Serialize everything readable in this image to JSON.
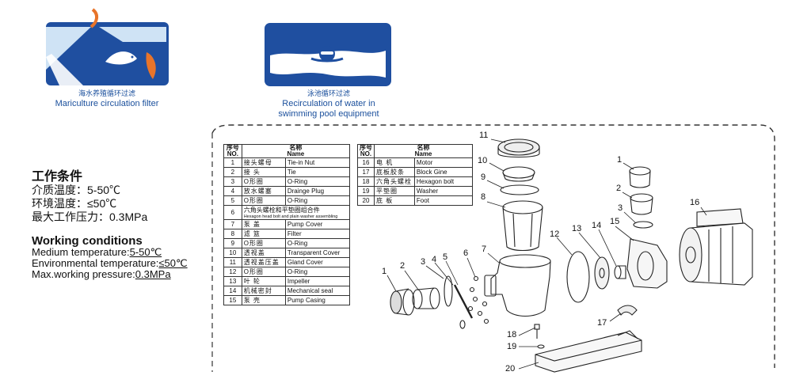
{
  "logos": [
    {
      "cn": "海水养殖循环过滤",
      "en": "Mariculture circulation filter"
    },
    {
      "cn": "泳池循环过滤",
      "en": "Recirculation of water in swimming pool equipment",
      "en_line1": "Recirculation of water in",
      "en_line2": "swimming pool equipment"
    }
  ],
  "conditions_cn": {
    "title": "工作条件",
    "lines": [
      "介质温度：5-50℃",
      "环境温度：≤50℃",
      "最大工作压力：0.3MPa"
    ]
  },
  "conditions_en": {
    "title": "Working conditions",
    "lines": [
      {
        "label": "Medium temperature:",
        "value": "5-50℃"
      },
      {
        "label": "Environmental temperature:",
        "value": "≤50℃"
      },
      {
        "label": "Max.working pressure:",
        "value": "0.3MPa"
      }
    ]
  },
  "parts_table": {
    "header": {
      "no_cn": "序号",
      "no_en": "NO.",
      "name_cn": "名称",
      "name_en": "Name"
    },
    "left": [
      {
        "no": "1",
        "cn": "接头螺母",
        "en": "Tie-in Nut"
      },
      {
        "no": "2",
        "cn": "接  头",
        "en": "Tie"
      },
      {
        "no": "3",
        "cn": "O形圈",
        "en": "O-Ring"
      },
      {
        "no": "4",
        "cn": "放水螺塞",
        "en": "Drainge Plug"
      },
      {
        "no": "5",
        "cn": "O形圈",
        "en": "O-Ring"
      },
      {
        "no": "6",
        "cn": "六角头螺栓和平垫圈组合件",
        "en": "Hexagon head bolt and plain washer assembling"
      },
      {
        "no": "7",
        "cn": "泵  盖",
        "en": "Pump Cover"
      },
      {
        "no": "8",
        "cn": "滤  篮",
        "en": "Filter"
      },
      {
        "no": "9",
        "cn": "O形圈",
        "en": "O-Ring"
      },
      {
        "no": "10",
        "cn": "透视盖",
        "en": "Transparent Cover"
      },
      {
        "no": "11",
        "cn": "透视盖压盖",
        "en": "Gland Cover"
      },
      {
        "no": "12",
        "cn": "O形圈",
        "en": "O-Ring"
      },
      {
        "no": "13",
        "cn": "叶  轮",
        "en": "Impeller"
      },
      {
        "no": "14",
        "cn": "机械密封",
        "en": "Mechanical seal"
      },
      {
        "no": "15",
        "cn": "泵  壳",
        "en": "Pump Casing"
      }
    ],
    "right": [
      {
        "no": "16",
        "cn": "电  机",
        "en": "Motor"
      },
      {
        "no": "17",
        "cn": "底板胶条",
        "en": "Block Gine"
      },
      {
        "no": "18",
        "cn": "六角头螺栓",
        "en": "Hexagon bolt"
      },
      {
        "no": "19",
        "cn": "平垫圈",
        "en": "Washer"
      },
      {
        "no": "20",
        "cn": "底  板",
        "en": "Foot"
      }
    ]
  },
  "callouts": [
    "1",
    "2",
    "3",
    "4",
    "5",
    "6",
    "7",
    "8",
    "9",
    "10",
    "11",
    "12",
    "13",
    "14",
    "15",
    "16",
    "17",
    "18",
    "19",
    "20"
  ],
  "colors": {
    "logo_blue": "#1f4fa0",
    "logo_light": "#cfe3f5",
    "caption_blue": "#1a4f9c",
    "fish_orange": "#e8742a"
  }
}
